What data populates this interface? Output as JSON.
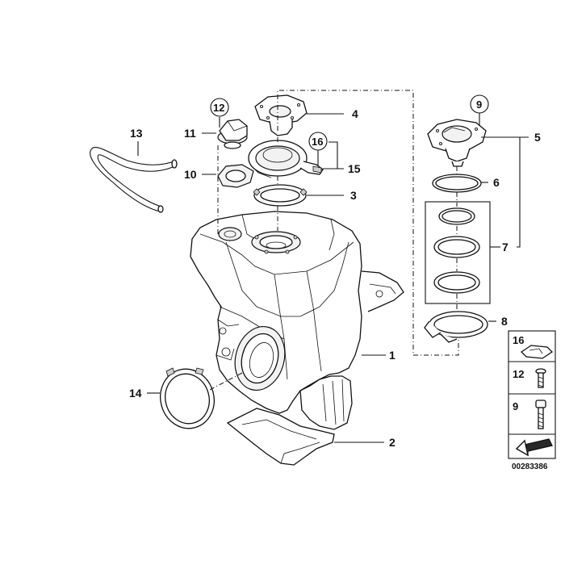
{
  "labels": {
    "n1": "1",
    "n2": "2",
    "n3": "3",
    "n4": "4",
    "n5": "5",
    "n6": "6",
    "n7": "7",
    "n8": "8",
    "n9": "9",
    "n10": "10",
    "n11": "11",
    "n12": "12",
    "n13": "13",
    "n14": "14",
    "n15": "15",
    "n16": "16"
  },
  "legend": {
    "item16": "16",
    "item12": "12",
    "item9": "9"
  },
  "drawing_code": "00283386"
}
